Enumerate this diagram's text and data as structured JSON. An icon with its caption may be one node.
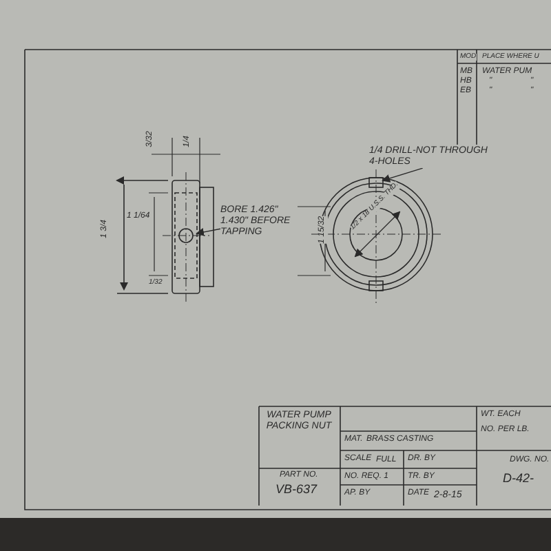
{
  "diagram": {
    "nodes": [
      {
        "text": [
          "1/4 DRILL-NOT THROUGH",
          "4-HOLES"
        ]
      },
      {
        "text": [],
        "shape": "box"
      },
      {
        "text": [
          "BORE 1.426\" 1.430\" BEFORE TAPPING"
        ]
      },
      {
        "text": [],
        "shape": "box"
      }
    ],
    "edges": [
      {
        "from": 0,
        "to": 1,
        "arrow": "to"
      },
      {
        "from": 2,
        "to": 3,
        "arrow": "to"
      }
    ],
    "labels": [
      "MOD",
      "PLACE WHERE U",
      "MB",
      "WATER PUM",
      "HB",
      "\"",
      "\"",
      "EB",
      "\"",
      "\"",
      "3/32",
      "1/4",
      "1 1/64",
      "1 3/4",
      "1/32",
      "1 15/32",
      "1/2 x 18 U.S.S. THD.",
      "WATER PUMP PACKING NUT",
      "MAT.",
      "BRASS CASTING",
      "WT. EACH",
      "NO. PER LB.",
      "SCALE",
      "FULL",
      "DR. BY",
      "DWG. NO.",
      "PART NO.",
      "VB-637",
      "NO. REQ. 1",
      "TR. BY",
      "D-42-",
      "AP. BY",
      "DATE",
      "2-8-15"
    ]
  }
}
